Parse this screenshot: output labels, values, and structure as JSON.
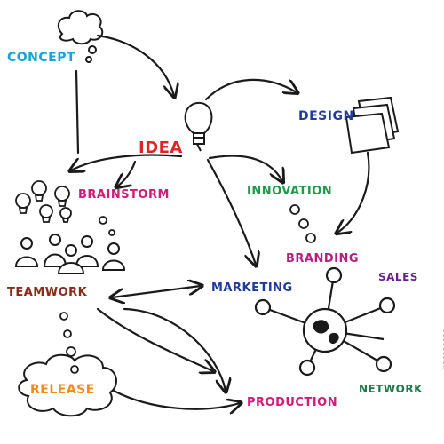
{
  "labels": {
    "concept": {
      "text": "CONCEPT",
      "color": "#1aa3d9"
    },
    "idea": {
      "text": "IDEA",
      "color": "#e02424"
    },
    "design": {
      "text": "DESIGN",
      "color": "#1f3c9c"
    },
    "brainstorm": {
      "text": "BRAINSTORM",
      "color": "#d11b7a"
    },
    "innovation": {
      "text": "INNOVATION",
      "color": "#1e9a4a"
    },
    "branding": {
      "text": "BRANDING",
      "color": "#b21f80"
    },
    "sales": {
      "text": "SALES",
      "color": "#6b1f8f"
    },
    "teamwork": {
      "text": "TEAMWORK",
      "color": "#8a2a1a"
    },
    "marketing": {
      "text": "MARKETING",
      "color": "#1f3c9c"
    },
    "release": {
      "text": "RELEASE",
      "color": "#f08a1a"
    },
    "production": {
      "text": "PRODUCTION",
      "color": "#d11b7a"
    },
    "network": {
      "text": "NETWORK",
      "color": "#1e7a4a"
    }
  },
  "side_text": "#26880889",
  "colors": {
    "ink": "#1a1a1a"
  },
  "icons": [
    "thought-cloud-icon",
    "lightbulb-icon",
    "paper-stack-icon",
    "lightbulbs-icon",
    "people-group-icon",
    "release-cloud-icon",
    "globe-network-icon"
  ]
}
